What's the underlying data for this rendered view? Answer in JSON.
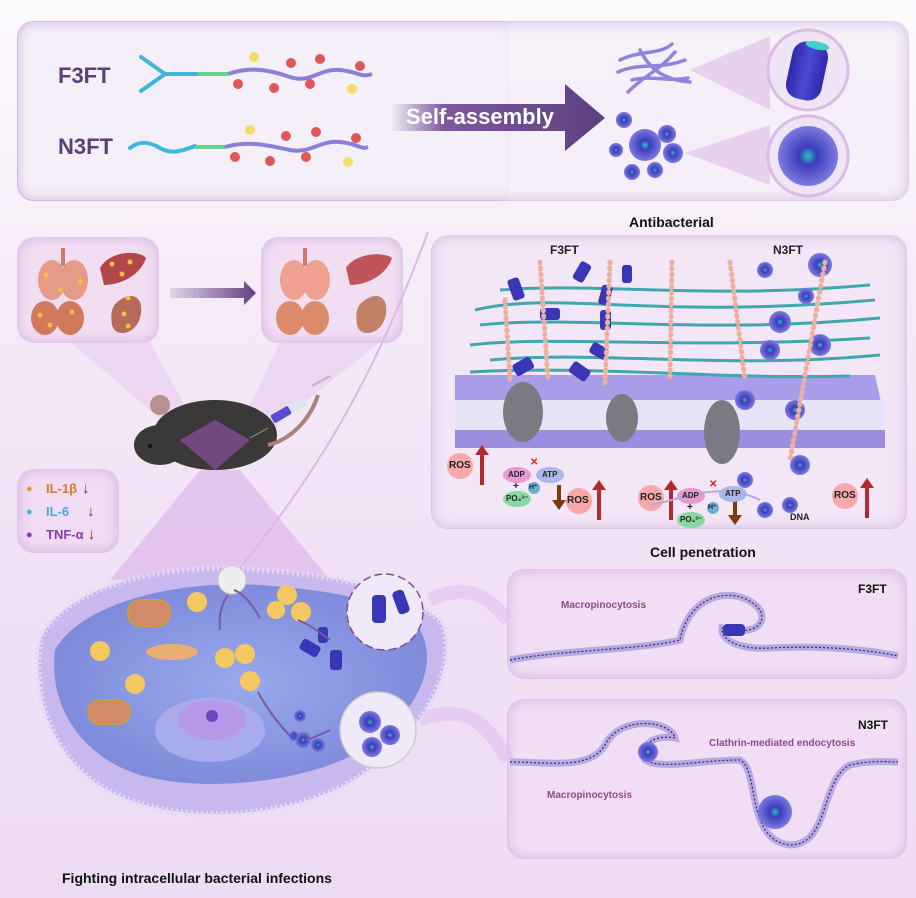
{
  "top_panel": {
    "molecules": [
      {
        "label": "F3FT"
      },
      {
        "label": "N3FT"
      }
    ],
    "arrow_label": "Self-assembly"
  },
  "organs": {
    "before": [
      "lungs-icon",
      "liver-icon",
      "kidneys-icon",
      "spleen-icon"
    ],
    "after": [
      "lungs-icon",
      "liver-icon",
      "kidneys-icon",
      "spleen-icon"
    ]
  },
  "cytokines": [
    {
      "label": "IL-1β",
      "trend": "down",
      "color": "#d27a2a"
    },
    {
      "label": "IL-6",
      "trend": "down",
      "color": "#4aa9d4"
    },
    {
      "label": "TNF-α",
      "trend": "down",
      "color": "#8a3aa8"
    }
  ],
  "antibacterial": {
    "title": "Antibacterial",
    "left_label": "F3FT",
    "right_label": "N3FT",
    "ros": "ROS",
    "adp": "ADP",
    "atp": "ATP",
    "plus": "+",
    "po4": "PO₄³⁻",
    "h": "H⁺",
    "dna": "DNA"
  },
  "cell_penetration": {
    "title": "Cell penetration",
    "f3ft": {
      "label": "F3FT",
      "mechanism": "Macropinocytosis"
    },
    "n3ft": {
      "label": "N3FT",
      "mechanism_1": "Clathrin-mediated endocytosis",
      "mechanism_2": "Macropinocytosis"
    }
  },
  "cell": {
    "caption": "Fighting intracellular bacterial infections"
  },
  "colors": {
    "accent_purple": "#6a4a8c",
    "ros_red": "#b22b2b",
    "down_brown": "#7a3e0c",
    "fiber_teal": "#3ea7b0",
    "membrane_lavender": "#9d8de0"
  }
}
